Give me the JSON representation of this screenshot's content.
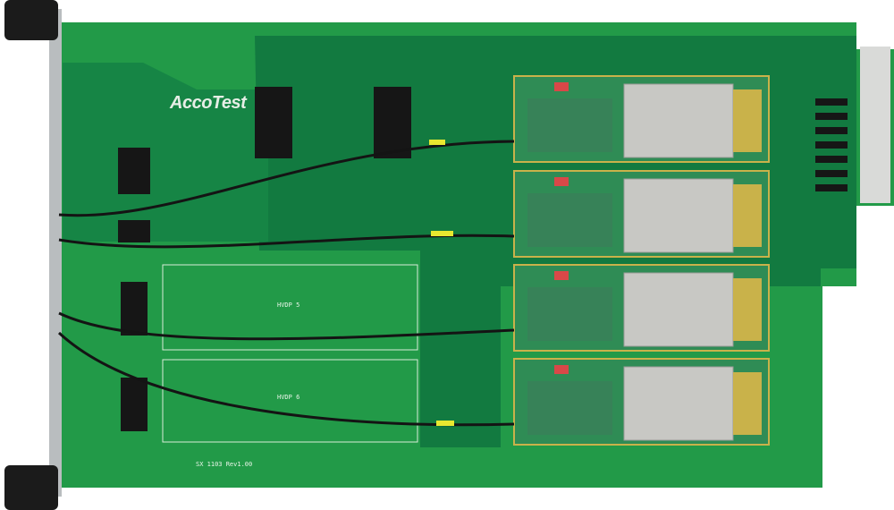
{
  "board": {
    "brand_logo": "AccoTest",
    "board_label": "SX 1103 Rev1.00",
    "region_labels": [
      "HVDP 5",
      "HVDP 6"
    ]
  },
  "colors": {
    "pcb": "#229a48",
    "pcb_dark": "#0e6a3c",
    "shield": "#c8c8c4",
    "cable": "#141414",
    "gold": "#c9b24a"
  }
}
